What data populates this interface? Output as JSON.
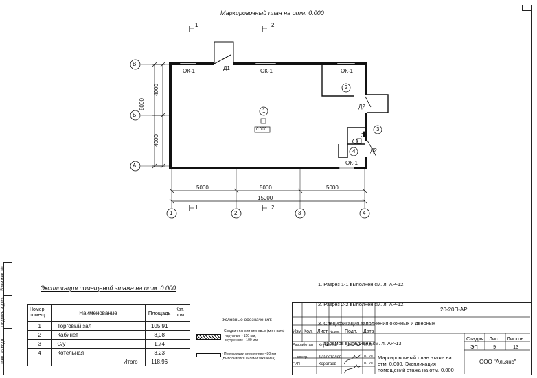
{
  "plan": {
    "title": "Маркировочный план на отм. 0.000",
    "axes_rows": [
      {
        "label": "В"
      },
      {
        "label": "Б"
      },
      {
        "label": "А"
      }
    ],
    "axes_cols": [
      {
        "label": "1"
      },
      {
        "label": "2"
      },
      {
        "label": "3"
      },
      {
        "label": "4"
      }
    ],
    "dims_vertical": {
      "upper": "4000",
      "lower": "4000",
      "total": "8000"
    },
    "dims_horizontal": {
      "spans": [
        "5000",
        "5000",
        "5000"
      ],
      "total": "15000"
    },
    "windows": [
      "ОК-1",
      "ОК-1",
      "ОК-1",
      "ОК-1"
    ],
    "doors": [
      "Д1",
      "Д2",
      "Д2"
    ],
    "rooms": [
      "1",
      "2",
      "3",
      "4"
    ],
    "elevation_mark": "0.000",
    "section_marks": [
      "1",
      "2",
      "1",
      "2"
    ]
  },
  "notes": [
    "1. Разрез 1-1 выполнен см. л. АР-12.",
    "2. Разрез 2-2 выполнен см. л. АР-12.",
    "3. Спецификация заполнения оконных и дверных",
    "    проемов выполнена см. л. АР-13."
  ],
  "side_labels": [
    "Взам инв. №",
    "Подпись и дата",
    "Инв. № подл."
  ],
  "explication": {
    "title": "Экспликация помещений этажа на отм. 0.000",
    "headers": [
      "Номер помещ.",
      "Наименование",
      "Площадь",
      "Кат. пом."
    ],
    "rows": [
      {
        "num": "1",
        "name": "Торговый зал",
        "area": "105,91",
        "cat": ""
      },
      {
        "num": "2",
        "name": "Кабинет",
        "area": "8,08",
        "cat": ""
      },
      {
        "num": "3",
        "name": "С/у",
        "area": "1,74",
        "cat": ""
      },
      {
        "num": "4",
        "name": "Котельная",
        "area": "3,23",
        "cat": ""
      }
    ],
    "total_label": "Итого",
    "total_value": "118,96"
  },
  "legend": {
    "title": "Условные обозначения:",
    "item1": [
      "- Сэндвич-панели стеновые (мин. вата)",
      "наружные - 150 мм;",
      "внутренние - 100 мм."
    ],
    "item2": [
      "- Перегородки внутренние - 80 мм",
      "(Выполняются силами заказчика)"
    ]
  },
  "title_block": {
    "code": "20-20П-АР",
    "col_headers": [
      "Изм.",
      "Кол.",
      "Лист",
      "№док.",
      "Подп.",
      "Дата"
    ],
    "people": [
      {
        "role": "Разработал",
        "name": "Корнилов",
        "date": "07.20"
      },
      {
        "role": "Н. контр.",
        "name": "Давлеталов",
        "date": "07.20"
      },
      {
        "role": "ГИП",
        "name": "Коротаев",
        "date": "07.20"
      }
    ],
    "sheet_title": "Маркировочный план этажа на отм. 0.000. Экспликация помещений этажа на отм. 0.000",
    "stage_headers": [
      "Стадия",
      "Лист",
      "Листов"
    ],
    "stage_values": [
      "ЭП",
      "9",
      "13"
    ],
    "company": "ООО \"Альянс\""
  }
}
